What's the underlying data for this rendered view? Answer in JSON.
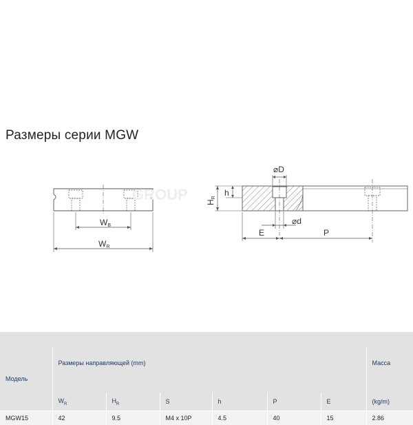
{
  "page": {
    "title": "Размеры серии MGW"
  },
  "drawing": {
    "labels": {
      "wb": "W",
      "wb_sub": "B",
      "wr": "W",
      "wr_sub": "R",
      "hr": "H",
      "hr_sub": "R",
      "h": "h",
      "d_top": "⌀D",
      "d_bottom": "⌀d",
      "e": "E",
      "p": "P"
    },
    "line_color": "#555555"
  },
  "table": {
    "model_header": "Модель",
    "rail_dims_header": "Размеры направляющей (mm)",
    "mass_header": "Масса",
    "columns": [
      {
        "main": "W",
        "sub": "R"
      },
      {
        "main": "H",
        "sub": "R"
      },
      {
        "main": "S",
        "sub": ""
      },
      {
        "main": "h",
        "sub": ""
      },
      {
        "main": "P",
        "sub": ""
      },
      {
        "main": "E",
        "sub": ""
      }
    ],
    "mass_unit": "(kg/m)",
    "rows": [
      {
        "model": "MGW15",
        "wr": "42",
        "hr": "9.5",
        "s": "M4 x 10P",
        "h": "4.5",
        "p": "40",
        "e": "15",
        "mass": "2.86"
      }
    ],
    "header_color": "#1f3a66",
    "band_color": "#e2e2e2"
  }
}
